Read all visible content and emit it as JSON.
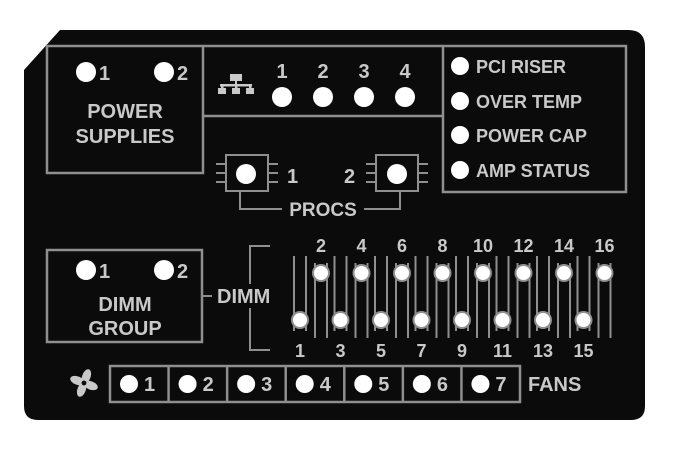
{
  "colors": {
    "panel": "#0b0b0b",
    "label": "#c9c9c9",
    "outline": "#8f8f8f",
    "led": "#ffffff"
  },
  "power_supplies": {
    "title_line1": "POWER",
    "title_line2": "SUPPLIES",
    "led_labels": [
      "1",
      "2"
    ]
  },
  "network": {
    "icon": "network-icon",
    "port_labels": [
      "1",
      "2",
      "3",
      "4"
    ]
  },
  "status": {
    "items": [
      "PCI RISER",
      "OVER TEMP",
      "POWER CAP",
      "AMP STATUS"
    ]
  },
  "procs": {
    "label": "PROCS",
    "cpu_labels": [
      "1",
      "2"
    ]
  },
  "dimm_group": {
    "title_line1": "DIMM",
    "title_line2": "GROUP",
    "led_labels": [
      "1",
      "2"
    ]
  },
  "dimm": {
    "label": "DIMM",
    "top_labels": [
      "2",
      "4",
      "6",
      "8",
      "10",
      "12",
      "14",
      "16"
    ],
    "bottom_labels": [
      "1",
      "3",
      "5",
      "7",
      "9",
      "11",
      "13",
      "15"
    ]
  },
  "fans": {
    "label": "FANS",
    "icon": "fan-icon",
    "labels": [
      "1",
      "2",
      "3",
      "4",
      "5",
      "6",
      "7"
    ]
  }
}
